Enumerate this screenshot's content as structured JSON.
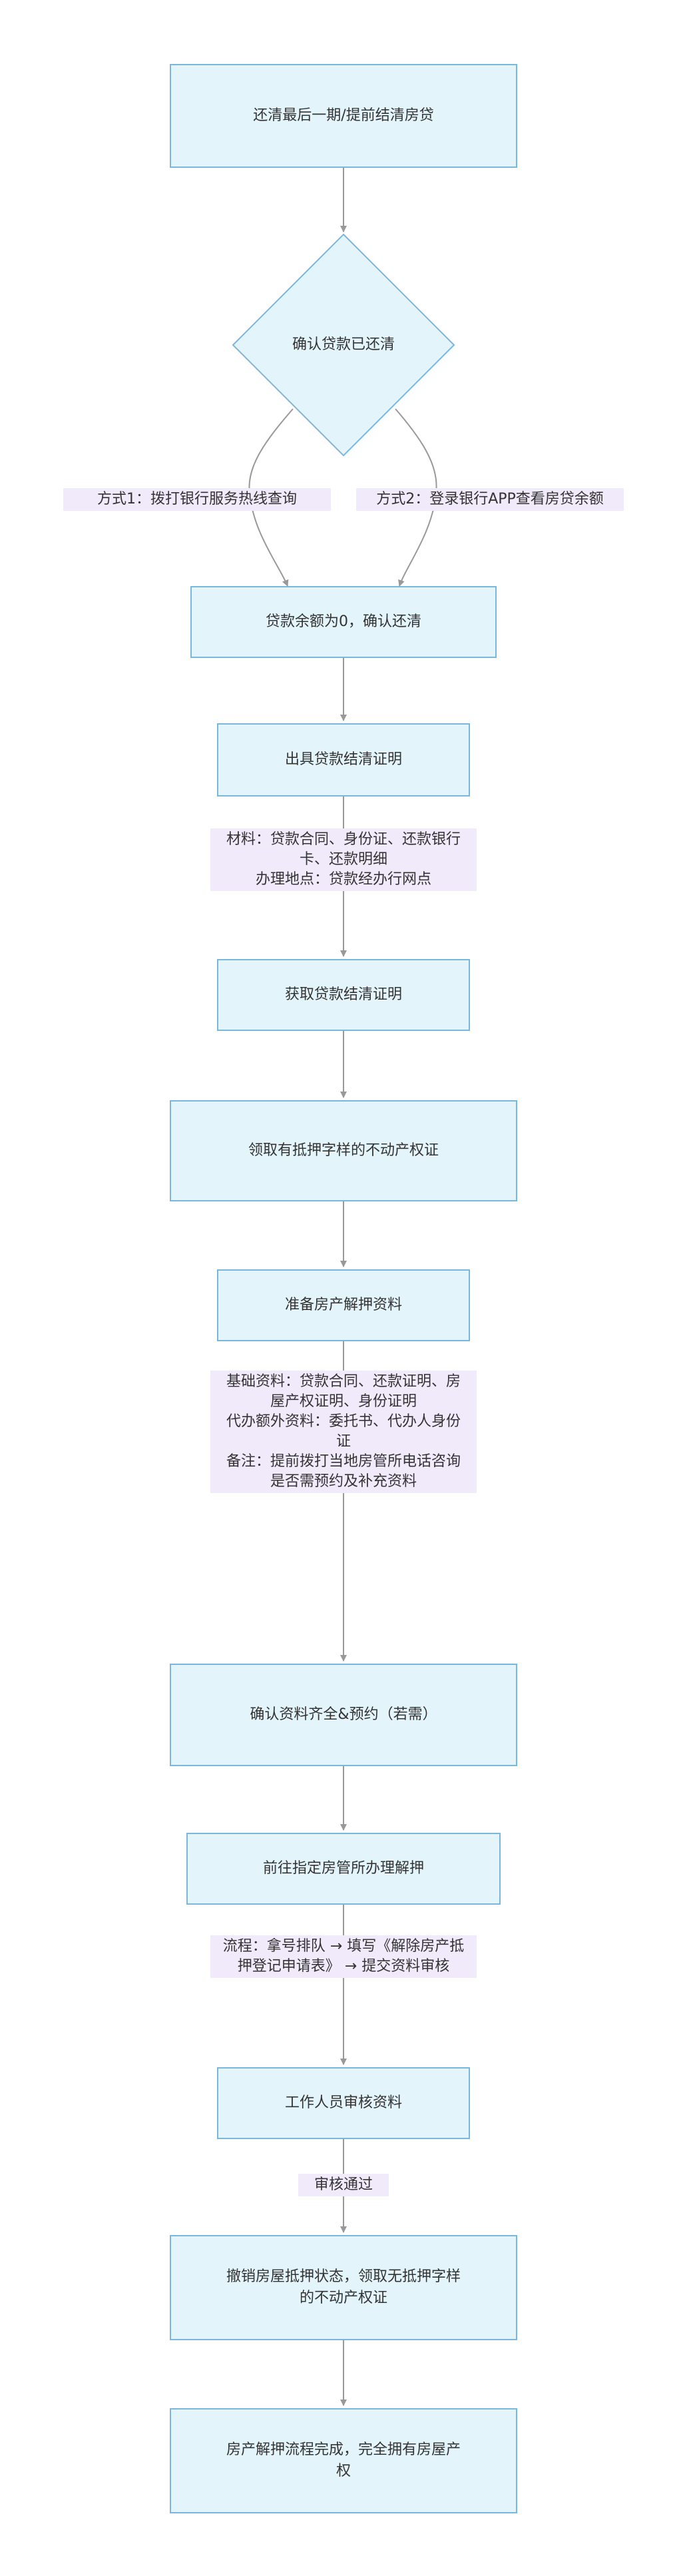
{
  "flowchart": {
    "n1": "还清最后一期/提前结清房贷",
    "n2": "确认贷款已还清",
    "e_left": "方式1：拨打银行服务热线查询",
    "e_right": "方式2：登录银行APP查看房贷余额",
    "n3": "贷款余额为0，确认还清",
    "n4": "出具贷款结清证明",
    "e4": [
      "材料：贷款合同、身份证、还款银行",
      "卡、还款明细",
      "办理地点：贷款经办行网点"
    ],
    "n5": "获取贷款结清证明",
    "n6": "领取有抵押字样的不动产权证",
    "n7": "准备房产解押资料",
    "e7": [
      "基础资料：贷款合同、还款证明、房",
      "屋产权证明、身份证明",
      "代办额外资料：委托书、代办人身份",
      "证",
      "备注：提前拨打当地房管所电话咨询",
      "是否需预约及补充资料"
    ],
    "n8": "确认资料齐全&预约（若需）",
    "n9": "前往指定房管所办理解押",
    "e9": [
      "流程：拿号排队 → 填写《解除房产抵",
      "押登记申请表》 → 提交资料审核"
    ],
    "n10": "工作人员审核资料",
    "e10": "审核通过",
    "n11": [
      "撤销房屋抵押状态，领取无抵押字样",
      "的不动产权证"
    ],
    "n12": [
      "房产解押流程完成，完全拥有房屋产",
      "权"
    ]
  },
  "colors": {
    "node_fill": "#e3f4fb",
    "node_border": "#7bb6dd",
    "label_fill": "#f1eafb",
    "edge": "#999999"
  }
}
